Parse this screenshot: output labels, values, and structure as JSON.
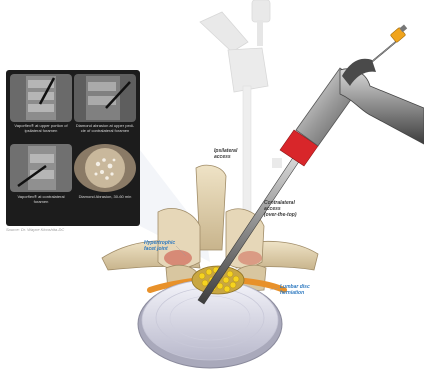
{
  "thumbnails": [
    {
      "caption": "Vaporflex® at upper portion of ipsilateral foramen"
    },
    {
      "caption": "Diamond abrasion at upper pedi- cle of contralateral foramen"
    },
    {
      "caption": "Vaporflex® at contralateral foramen"
    },
    {
      "caption": "Diamond Abrasion, 30-60 min"
    }
  ],
  "credit": "Source: Dr. Wayne Kinoshita-DC",
  "labels": {
    "ipsilateral": [
      "Ipsilateral",
      "access"
    ],
    "contralateral": [
      "Contralateral",
      "access",
      "(over-the-top)"
    ],
    "facet": [
      "Hypertrophic",
      "facet joint"
    ],
    "foraminal": [
      "Lumbar disc",
      "herniation"
    ]
  },
  "colors": {
    "bone": "#e3d3b3",
    "disc": "#dcdcea",
    "nerve": "#f2c311",
    "instrument_band": "#d8262a",
    "label_blue": "#2f7ac0",
    "tip_orange": "#f0a41c"
  }
}
